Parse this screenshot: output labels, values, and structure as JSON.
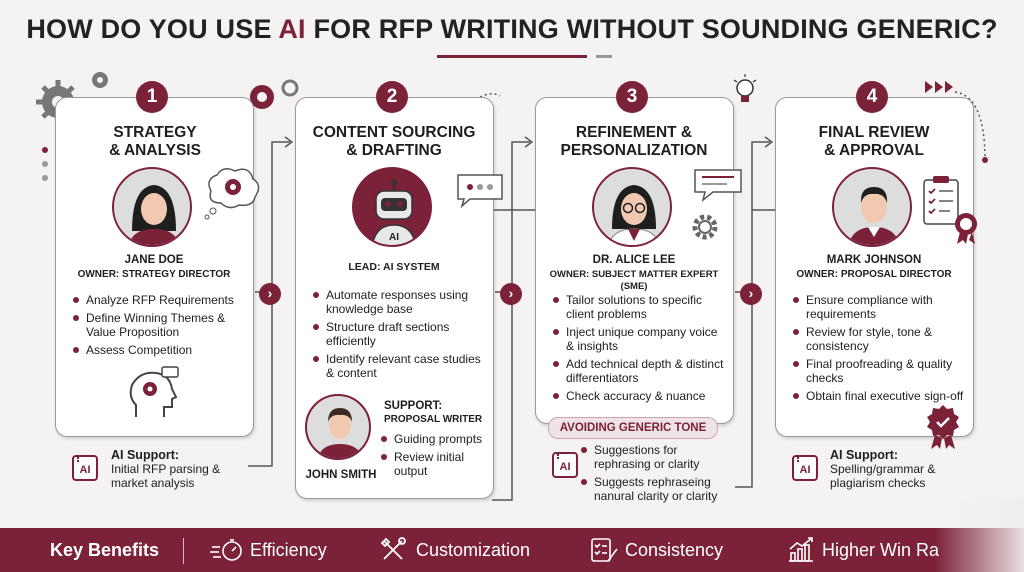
{
  "title": {
    "before": "HOW DO YOU USE ",
    "accent": "AI",
    "after": " FOR RFP WRITING WITHOUT SOUNDING GENERIC?"
  },
  "colors": {
    "accent": "#7b2238",
    "background": "#f4f3f2",
    "card": "#ffffff",
    "text": "#1e1e1e"
  },
  "steps": [
    {
      "number": "1",
      "title_line1": "STRATEGY",
      "title_line2": "& ANALYSIS",
      "person_name": "JANE DOE",
      "person_role": "OWNER: STRATEGY DIRECTOR",
      "bullets": [
        "Analyze RFP Requirements",
        "Define Winning Themes & Value Proposition",
        "Assess Competition"
      ],
      "ai_support_label": "AI Support:",
      "ai_support_text": "Initial RFP parsing & market analysis"
    },
    {
      "number": "2",
      "title_line1": "CONTENT SOURCING",
      "title_line2": "& DRAFTING",
      "robot_label": "AI",
      "lead": "LEAD: AI SYSTEM",
      "bullets": [
        "Automate responses using knowledge base",
        "Structure draft sections efficiently",
        "Identify relevant case studies & content"
      ],
      "support_label": "SUPPORT:",
      "support_role": "PROPOSAL WRITER",
      "support_name": "JOHN SMITH",
      "support_bullets": [
        "Guiding prompts",
        "Review initial output"
      ]
    },
    {
      "number": "3",
      "title_line1": "REFINEMENT &",
      "title_line2": "PERSONALIZATION",
      "person_name": "DR. ALICE LEE",
      "person_role": "OWNER: SUBJECT MATTER EXPERT (SME)",
      "bullets": [
        "Tailor solutions to specific client problems",
        "Inject unique company voice & insights",
        "Add technical depth & distinct differentiators",
        "Check accuracy & nuance"
      ],
      "tone_banner": "AVOIDING GENERIC TONE",
      "ai_text_1": "Suggestions for rephrasing or clarity",
      "ai_text_2": "Suggests rephraseing nanural clarity or clarity"
    },
    {
      "number": "4",
      "title_line1": "FINAL REVIEW",
      "title_line2": "& APPROVAL",
      "person_name": "MARK JOHNSON",
      "person_role": "OWNER: PROPOSAL DIRECTOR",
      "bullets": [
        "Ensure compliance with requirements",
        "Review for style, tone & consistency",
        "Final proofreading & quality checks",
        "Obtain final executive sign-off"
      ],
      "ai_support_label": "AI Support:",
      "ai_support_text": "Spelling/grammar & plagiarism checks"
    }
  ],
  "ai_badge": "AI",
  "footer": {
    "heading": "Key Benefits",
    "items": [
      "Efficiency",
      "Customization",
      "Consistency",
      "Higher Win Ra"
    ]
  }
}
